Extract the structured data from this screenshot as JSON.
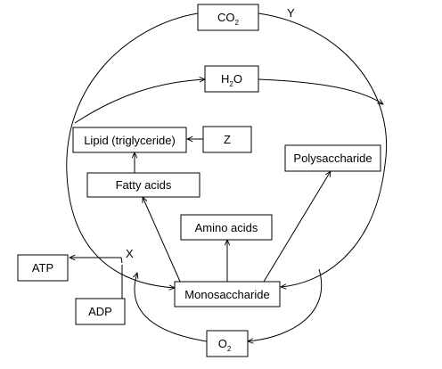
{
  "labels": {
    "co2": {
      "main": "CO",
      "sub": "2"
    },
    "h2o": {
      "main": "H",
      "sub": "2",
      "rest": "O"
    },
    "o2": {
      "main": "O",
      "sub": "2"
    },
    "lipid": "Lipid (triglyceride)",
    "z": "Z",
    "fatty_acids": "Fatty acids",
    "polysaccharide": "Polysaccharide",
    "amino_acids": "Amino acids",
    "monosaccharide": "Monosaccharide",
    "atp": "ATP",
    "adp": "ADP",
    "x": "X",
    "y": "Y"
  },
  "colors": {
    "line": "#000000",
    "background": "#ffffff"
  }
}
